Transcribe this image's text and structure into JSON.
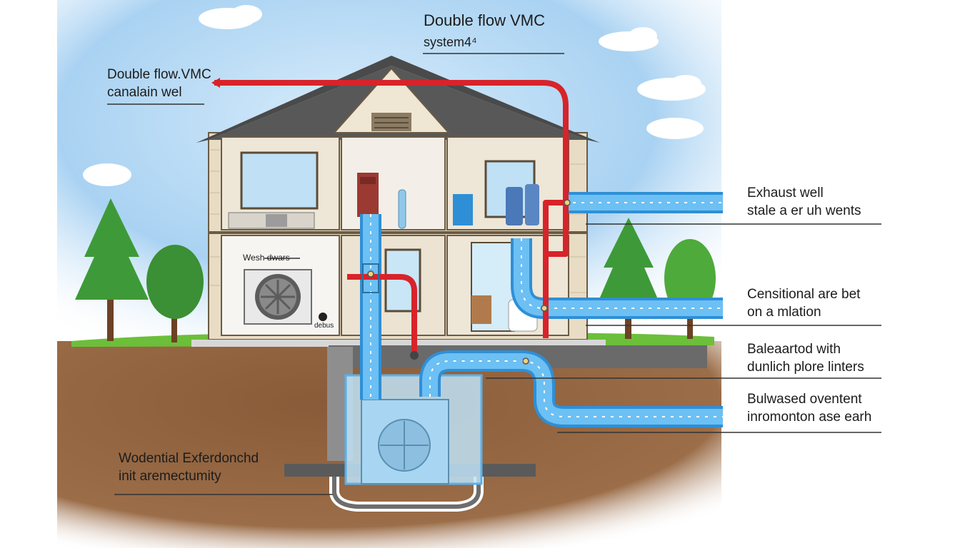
{
  "title": "Double flow VMC",
  "subtitle": "system4⁴",
  "top_left_label": {
    "line1": "Double flow.VMC",
    "line2": "canalain wel"
  },
  "bottom_left_label": {
    "line1": "Wodential Exferdonchd",
    "line2": "init aremectumity"
  },
  "room_label": "Wesh dwars",
  "unit_mark": "debus",
  "callouts": [
    {
      "line1": "Exhaust well",
      "line2": "stale a er uh wents"
    },
    {
      "line1": "Censitional are bet",
      "line2": "on a mlation"
    },
    {
      "line1": "Baleaartod with",
      "line2": "dunlich plore linters"
    },
    {
      "line1": "Bulwased oventent",
      "line2": "inromonton ase earh"
    }
  ],
  "colors": {
    "sky": "#bcdcf5",
    "soil": "#8b5e3c",
    "grass": "#6cbf3a",
    "roof": "#4a4a4a",
    "duct_blue": "#5ab0ea",
    "duct_red": "#d8232a",
    "wall": "#ece3d2"
  }
}
